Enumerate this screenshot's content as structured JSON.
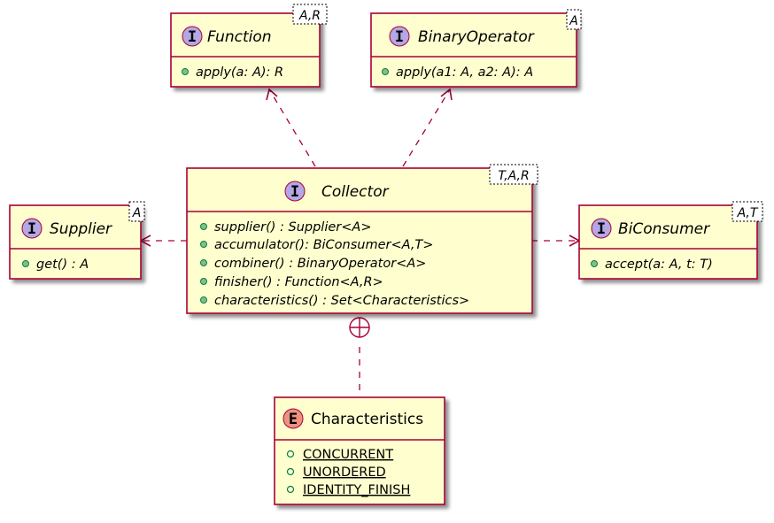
{
  "classes": {
    "function": {
      "stereotype": "I",
      "name": "Function",
      "type_params": "A,R",
      "members": [
        "apply(a: A): R"
      ]
    },
    "binary_operator": {
      "stereotype": "I",
      "name": "BinaryOperator",
      "type_params": "A",
      "members": [
        "apply(a1: A, a2: A): A"
      ]
    },
    "collector": {
      "stereotype": "I",
      "name": "Collector",
      "type_params": "T,A,R",
      "members": [
        "supplier() : Supplier<A>",
        "accumulator(): BiConsumer<A,T>",
        "combiner() : BinaryOperator<A>",
        "finisher() : Function<A,R>",
        "characteristics() : Set<Characteristics>"
      ]
    },
    "supplier": {
      "stereotype": "I",
      "name": "Supplier",
      "type_params": "A",
      "members": [
        "get() : A"
      ]
    },
    "biconsumer": {
      "stereotype": "I",
      "name": "BiConsumer",
      "type_params": "A,T",
      "members": [
        "accept(a: A, t: T)"
      ]
    },
    "characteristics": {
      "stereotype": "E",
      "name": "Characteristics",
      "members": [
        "CONCURRENT",
        "UNORDERED",
        "IDENTITY_FINISH"
      ]
    }
  },
  "colors": {
    "box_fill": "#FEFECE",
    "border": "#A80036",
    "interface_badge": "#B4A7E5",
    "enum_badge": "#EB937F",
    "public_method_fill": "#84BE84",
    "public_method_stroke": "#038048"
  }
}
